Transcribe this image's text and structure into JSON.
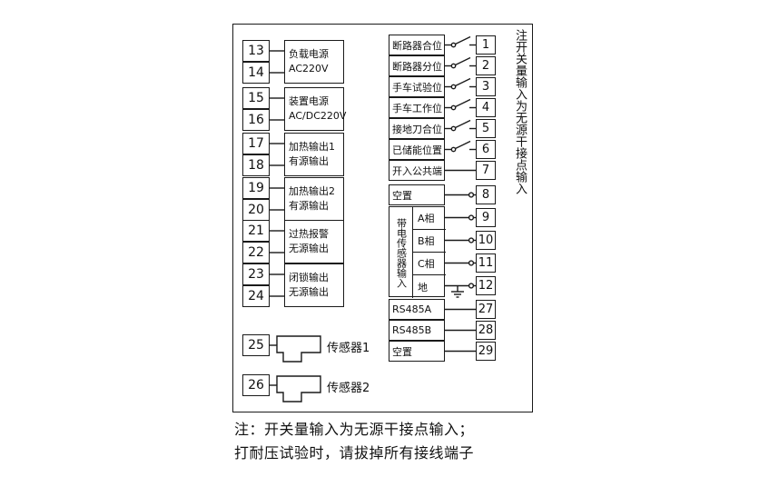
{
  "notes": {
    "side_vertical": "注开关量输入为无源干接点输入",
    "bottom_line1": "注：开关量输入为无源干接点输入；",
    "bottom_line2": "打耐压试验时，请拔掉所有接线端子"
  },
  "left_groups": [
    {
      "terminals": [
        "13",
        "14"
      ],
      "label_line1": "负载电源",
      "label_line2": "AC220V"
    },
    {
      "terminals": [
        "15",
        "16"
      ],
      "label_line1": "装置电源",
      "label_line2": "AC/DC220V"
    },
    {
      "terminals": [
        "17",
        "18"
      ],
      "label_line1": "加热输出1",
      "label_line2": "有源输出"
    },
    {
      "terminals": [
        "19",
        "20"
      ],
      "label_line1": "加热输出2",
      "label_line2": "有源输出"
    },
    {
      "terminals": [
        "21",
        "22"
      ],
      "label_line1": "过热报警",
      "label_line2": "无源输出"
    },
    {
      "terminals": [
        "23",
        "24"
      ],
      "label_line1": "闭锁输出",
      "label_line2": "无源输出"
    }
  ],
  "sensors": [
    {
      "terminal": "25",
      "label": "传感器1"
    },
    {
      "terminal": "26",
      "label": "传感器2"
    }
  ],
  "digital_inputs": [
    {
      "label": "断路器合位",
      "terminal": "1"
    },
    {
      "label": "断路器分位",
      "terminal": "2"
    },
    {
      "label": "手车试验位",
      "terminal": "3"
    },
    {
      "label": "手车工作位",
      "terminal": "4"
    },
    {
      "label": "接地刀合位",
      "terminal": "5"
    },
    {
      "label": "已储能位置",
      "terminal": "6"
    },
    {
      "label": "开入公共端",
      "terminal": "7"
    },
    {
      "label": "空置",
      "terminal": "8"
    }
  ],
  "sensor_input_group": {
    "label": "带电传感器输入",
    "channels": [
      {
        "label": "A相",
        "terminal": "9"
      },
      {
        "label": "B相",
        "terminal": "10"
      },
      {
        "label": "C相",
        "terminal": "11"
      },
      {
        "label": "地",
        "terminal": "12"
      }
    ]
  },
  "comm": [
    {
      "label": "RS485A",
      "terminal": "27"
    },
    {
      "label": "RS485B",
      "terminal": "28"
    },
    {
      "label": "空置",
      "terminal": "29"
    }
  ]
}
